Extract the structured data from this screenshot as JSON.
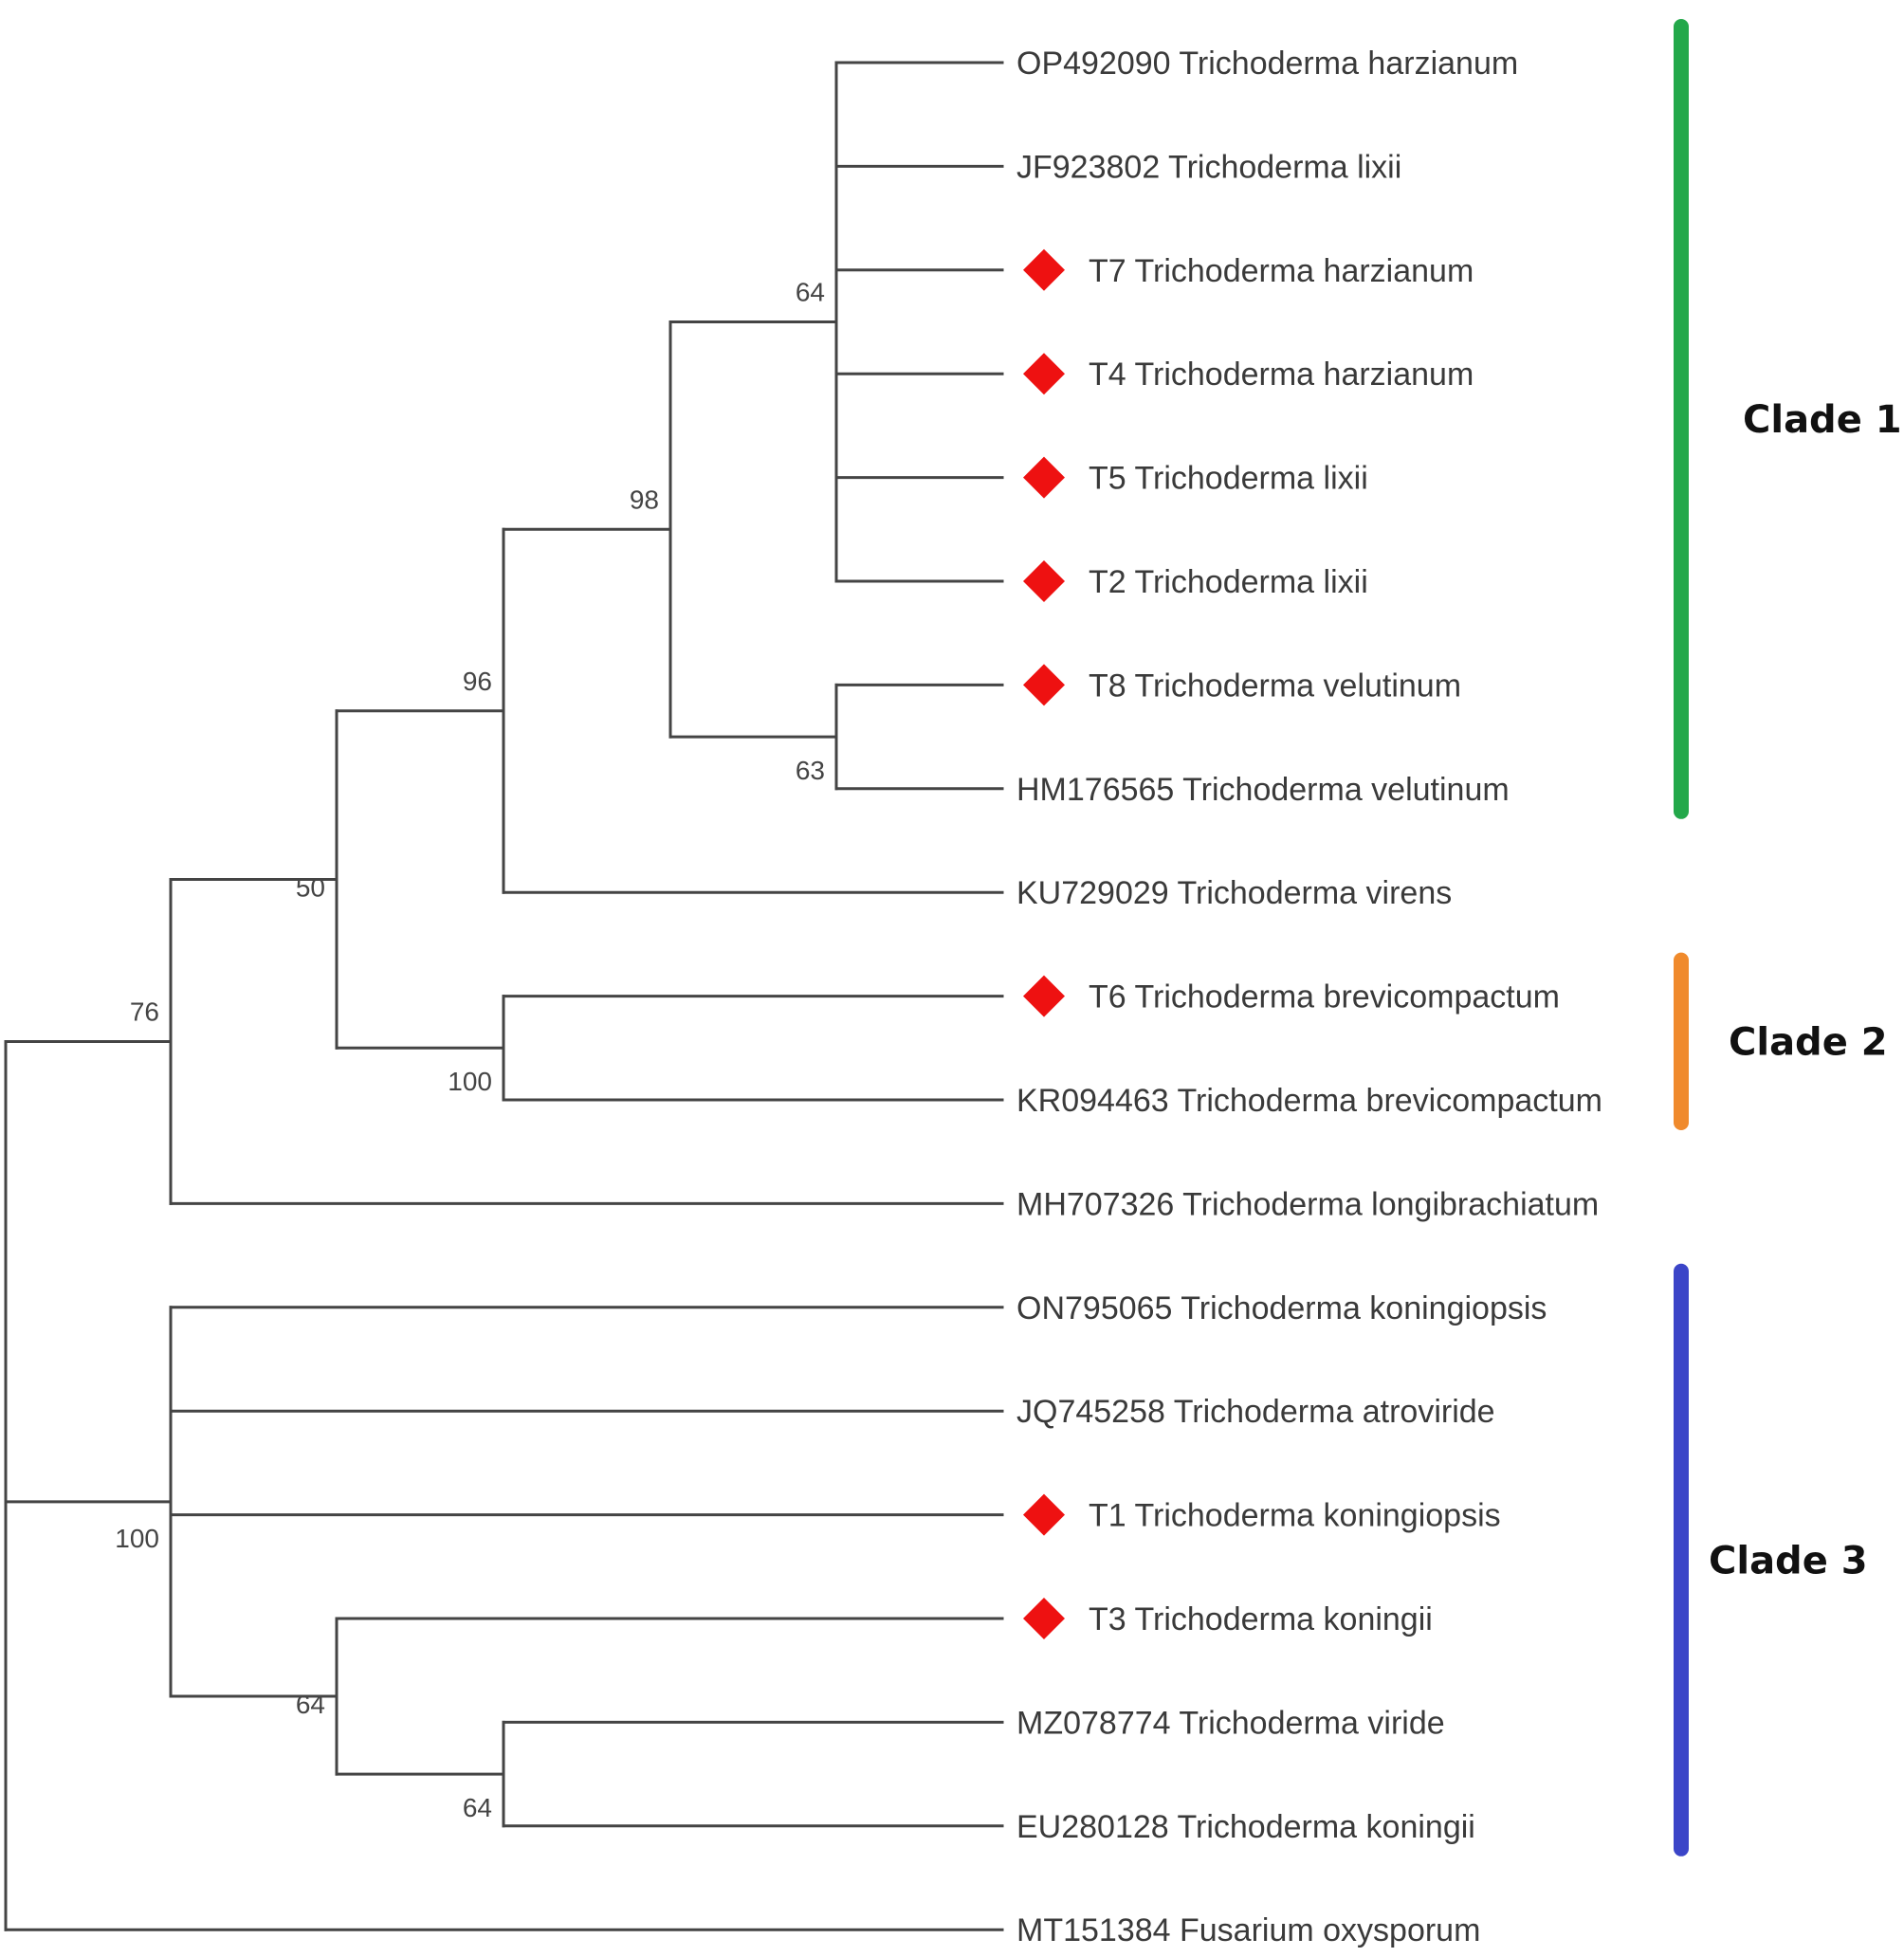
{
  "colors": {
    "branch": "#444444",
    "marker": "#ee1111",
    "clade1": "#23a84a",
    "clade2": "#f08a2c",
    "clade3": "#3b45c8"
  },
  "taxa": [
    {
      "label": "OP492090 Trichoderma harzianum",
      "marker": false
    },
    {
      "label": "JF923802 Trichoderma lixii",
      "marker": false
    },
    {
      "label": "T7 Trichoderma harzianum",
      "marker": true
    },
    {
      "label": "T4 Trichoderma harzianum",
      "marker": true
    },
    {
      "label": "T5 Trichoderma lixii",
      "marker": true
    },
    {
      "label": "T2 Trichoderma lixii",
      "marker": true
    },
    {
      "label": "T8 Trichoderma velutinum",
      "marker": true
    },
    {
      "label": "HM176565 Trichoderma velutinum",
      "marker": false
    },
    {
      "label": "KU729029 Trichoderma virens",
      "marker": false
    },
    {
      "label": "T6 Trichoderma brevicompactum",
      "marker": true
    },
    {
      "label": "KR094463 Trichoderma brevicompactum",
      "marker": false
    },
    {
      "label": "MH707326 Trichoderma longibrachiatum",
      "marker": false
    },
    {
      "label": "ON795065 Trichoderma koningiopsis",
      "marker": false
    },
    {
      "label": "JQ745258 Trichoderma atroviride",
      "marker": false
    },
    {
      "label": "T1 Trichoderma koningiopsis",
      "marker": true
    },
    {
      "label": "T3 Trichoderma koningii",
      "marker": true
    },
    {
      "label": "MZ078774 Trichoderma viride",
      "marker": false
    },
    {
      "label": "EU280128 Trichoderma koningii",
      "marker": false
    },
    {
      "label": "MT151384 Fusarium oxysporum",
      "marker": false
    }
  ],
  "tree": {
    "children": [
      {
        "support": "76",
        "children": [
          {
            "support": "50",
            "children": [
              {
                "support": "96",
                "children": [
                  {
                    "support": "98",
                    "children": [
                      {
                        "support": "64",
                        "children": [
                          {
                            "leaf": 0
                          },
                          {
                            "leaf": 1
                          },
                          {
                            "leaf": 2
                          },
                          {
                            "leaf": 3
                          },
                          {
                            "leaf": 4
                          },
                          {
                            "leaf": 5
                          }
                        ]
                      },
                      {
                        "support": "63",
                        "children": [
                          {
                            "leaf": 6
                          },
                          {
                            "leaf": 7
                          }
                        ]
                      }
                    ]
                  },
                  {
                    "leaf": 8
                  }
                ]
              },
              {
                "support": "100",
                "children": [
                  {
                    "leaf": 9
                  },
                  {
                    "leaf": 10
                  }
                ]
              }
            ]
          },
          {
            "leaf": 11
          }
        ]
      },
      {
        "support": "100",
        "children": [
          {
            "leaf": 12
          },
          {
            "leaf": 13
          },
          {
            "leaf": 14
          },
          {
            "support": "64",
            "children": [
              {
                "leaf": 15
              },
              {
                "support": "64",
                "children": [
                  {
                    "leaf": 16
                  },
                  {
                    "leaf": 17
                  }
                ]
              }
            ]
          }
        ]
      },
      {
        "leaf": 18
      }
    ]
  },
  "clades": [
    {
      "label": "Clade 1",
      "color": "#23a84a",
      "from": 0,
      "to": 7
    },
    {
      "label": "Clade 2",
      "color": "#f08a2c",
      "from": 9,
      "to": 10
    },
    {
      "label": "Clade 3",
      "color": "#3b45c8",
      "from": 12,
      "to": 17
    }
  ]
}
